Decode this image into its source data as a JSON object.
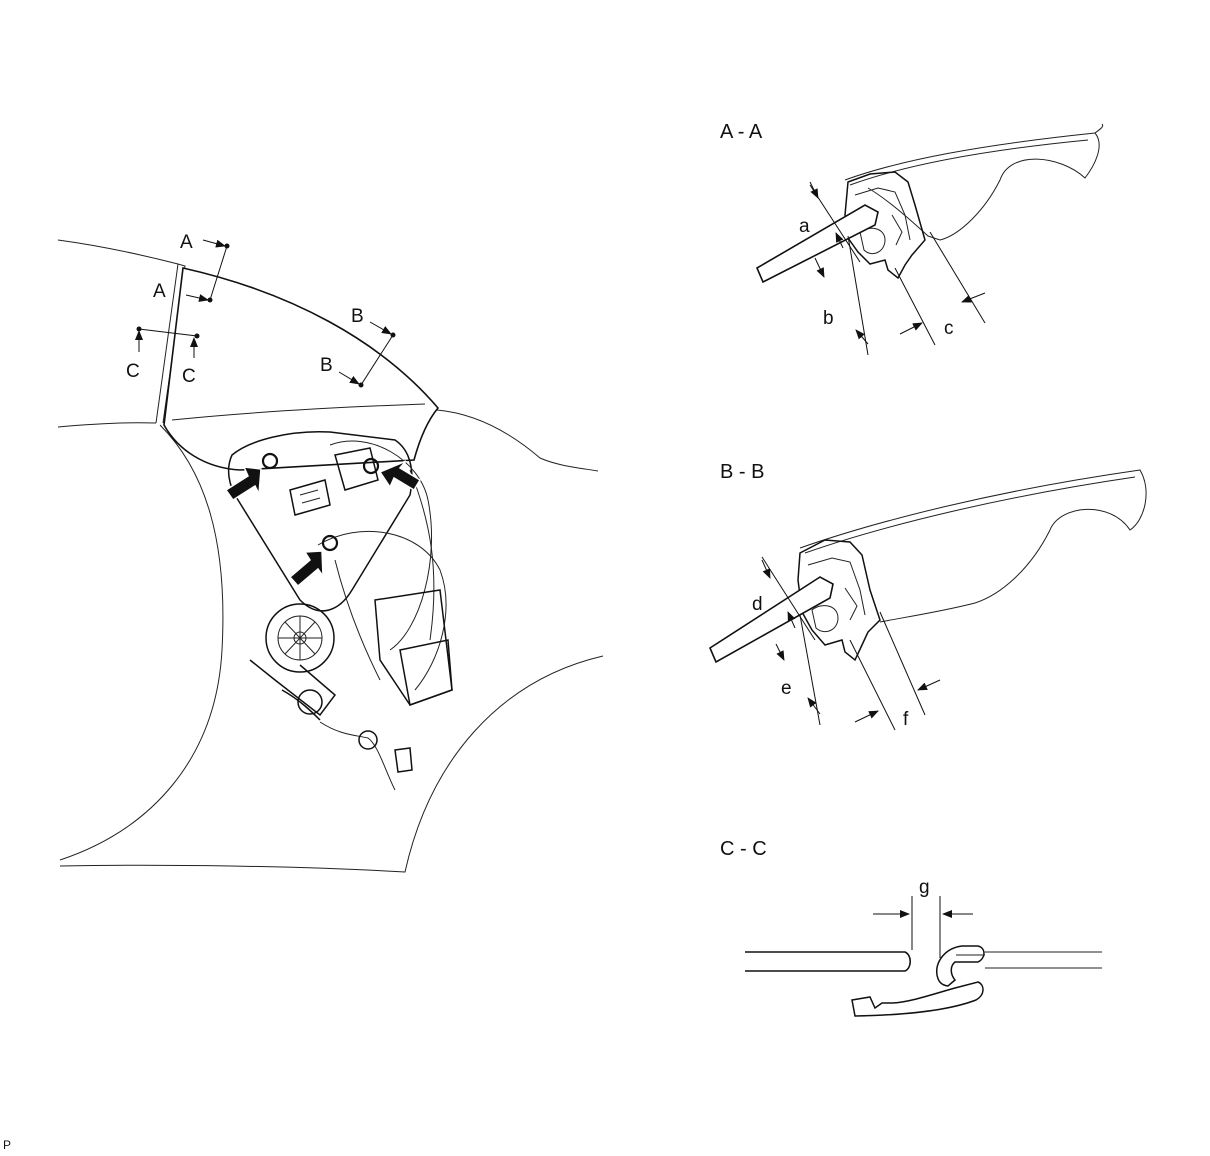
{
  "main_view": {
    "section_marks": {
      "a_upper": "A",
      "a_lower": "A",
      "b_upper": "B",
      "b_lower": "B",
      "c_left": "C",
      "c_right": "C"
    }
  },
  "sections": {
    "aa": {
      "title": "A - A",
      "dims": [
        "a",
        "b",
        "c"
      ]
    },
    "bb": {
      "title": "B - B",
      "dims": [
        "d",
        "e",
        "f"
      ]
    },
    "cc": {
      "title": "C - C",
      "dims": [
        "g"
      ]
    }
  },
  "corner_mark": "P",
  "icons": [
    "bolt-location-arrow-icon",
    "section-cut-arrow-icon",
    "dimension-arrow-icon"
  ]
}
